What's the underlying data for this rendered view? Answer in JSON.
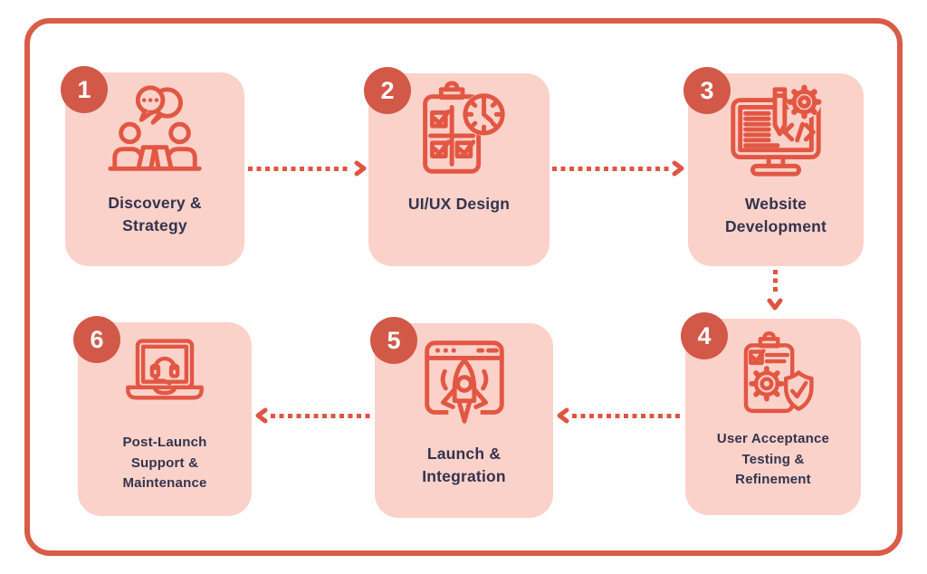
{
  "palette": {
    "background": "#ffffff",
    "frame_border": "#d95c48",
    "card_background": "#fbd2c9",
    "badge_background": "#d25848",
    "badge_text": "#ffffff",
    "icon_stroke": "#e25744",
    "arrow_color": "#e05442",
    "label_color": "#33334f"
  },
  "steps": [
    {
      "number": "1",
      "label": "Discovery & Strategy",
      "icon": "team-discussion-icon"
    },
    {
      "number": "2",
      "label": "UI/UX Design",
      "icon": "checklist-clock-icon"
    },
    {
      "number": "3",
      "label": "Website Development",
      "icon": "monitor-code-pencil-gear-icon"
    },
    {
      "number": "4",
      "label": "User Acceptance Testing & Refinement",
      "icon": "clipboard-gear-shield-icon"
    },
    {
      "number": "5",
      "label": "Launch & Integration",
      "icon": "browser-rocket-icon"
    },
    {
      "number": "6",
      "label": "Post-Launch Support & Maintenance",
      "icon": "laptop-headset-icon"
    }
  ],
  "flow": [
    {
      "from": "1",
      "to": "2",
      "direction": "right",
      "style": "dotted"
    },
    {
      "from": "2",
      "to": "3",
      "direction": "right",
      "style": "dotted"
    },
    {
      "from": "3",
      "to": "4",
      "direction": "down",
      "style": "dotted"
    },
    {
      "from": "4",
      "to": "5",
      "direction": "left",
      "style": "dotted"
    },
    {
      "from": "5",
      "to": "6",
      "direction": "left",
      "style": "dotted"
    }
  ]
}
